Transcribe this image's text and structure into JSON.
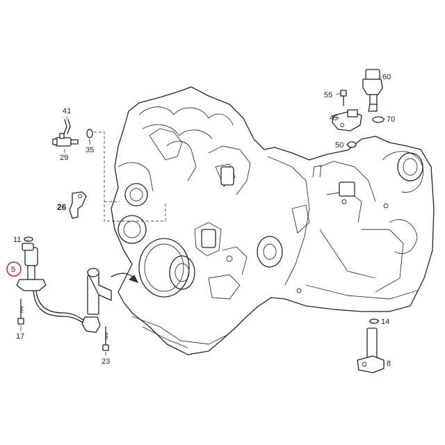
{
  "callouts": [
    {
      "id": "c41",
      "label": "41"
    },
    {
      "id": "c29",
      "label": "29"
    },
    {
      "id": "c35",
      "label": "35"
    },
    {
      "id": "c26",
      "label": "26"
    },
    {
      "id": "c11",
      "label": "11"
    },
    {
      "id": "c5",
      "label": "5"
    },
    {
      "id": "c17",
      "label": "17"
    },
    {
      "id": "c23",
      "label": "23"
    },
    {
      "id": "c60",
      "label": "60"
    },
    {
      "id": "c55",
      "label": "55"
    },
    {
      "id": "c45",
      "label": "45"
    },
    {
      "id": "c70",
      "label": "70"
    },
    {
      "id": "c50",
      "label": "50"
    },
    {
      "id": "c14",
      "label": "14"
    },
    {
      "id": "c8",
      "label": "8"
    }
  ],
  "highlighted_callout": "5",
  "colors": {
    "line": "#222222",
    "highlight": "#d01010",
    "background": "#ffffff"
  }
}
